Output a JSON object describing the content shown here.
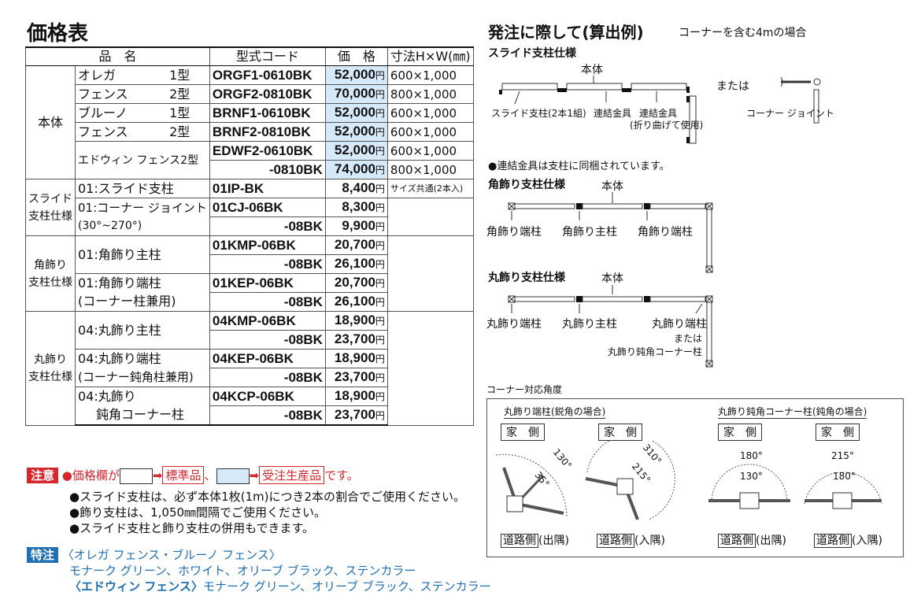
{
  "title": "価格表",
  "headers": [
    "品　名",
    "型式コード",
    "価　格",
    "寸法H×W(㎜)"
  ],
  "yen": "円",
  "body_label": "本体",
  "rows": {
    "r1": {
      "name": "オレガ",
      "type": "1型",
      "code": "ORGF1-0610BK",
      "price": "52,000",
      "size": "600×1,000"
    },
    "r2": {
      "name": "フェンス",
      "type": "2型",
      "code": "ORGF2-0810BK",
      "price": "70,000",
      "size": "800×1,000"
    },
    "r3": {
      "name": "ブルーノ",
      "type": "1型",
      "code": "BRNF1-0610BK",
      "price": "52,000",
      "size": "600×1,000"
    },
    "r4": {
      "name": "フェンス",
      "type": "2型",
      "code": "BRNF2-0810BK",
      "price": "52,000",
      "size": "600×1,000"
    },
    "r5": {
      "name": "エドウィン フェンス2型",
      "code": "EDWF2-0610BK",
      "price": "52,000",
      "size": "600×1,000"
    },
    "r6": {
      "code": "-0810BK",
      "price": "74,000",
      "size": "800×1,000"
    },
    "r7": {
      "cat1": "スライド",
      "cat2": "支柱仕様",
      "name": "01:スライド支柱",
      "code": "01IP-BK",
      "price": "8,400",
      "size": "サイズ共通(2本入)"
    },
    "r8": {
      "name": "01:コーナー ジョイント",
      "code": "01CJ-06BK",
      "price": "8,300"
    },
    "r9": {
      "name": "(30°~270°)",
      "code": "-08BK",
      "price": "9,900"
    },
    "r10": {
      "cat1": "角飾り",
      "cat2": "支柱仕様",
      "name": "01:角飾り主柱",
      "code": "01KMP-06BK",
      "price": "20,700"
    },
    "r11": {
      "code": "-08BK",
      "price": "26,100"
    },
    "r12": {
      "name": "01:角飾り端柱",
      "code": "01KEP-06BK",
      "price": "20,700"
    },
    "r13": {
      "name": "(コーナー柱兼用)",
      "code": "-08BK",
      "price": "26,100"
    },
    "r14": {
      "cat1": "丸飾り",
      "cat2": "支柱仕様",
      "name": "04:丸飾り主柱",
      "code": "04KMP-06BK",
      "price": "18,900"
    },
    "r15": {
      "code": "-08BK",
      "price": "23,700"
    },
    "r16": {
      "name": "04:丸飾り端柱",
      "code": "04KEP-06BK",
      "price": "18,900"
    },
    "r17": {
      "name": "(コーナー鈍角柱兼用)",
      "code": "-08BK",
      "price": "23,700"
    },
    "r18": {
      "name": "04:丸飾り",
      "code": "04KCP-06BK",
      "price": "18,900"
    },
    "r19": {
      "name": "鈍角コーナー柱",
      "code": "-08BK",
      "price": "23,700"
    }
  },
  "notes": {
    "tag": "注意",
    "price_col_a": "●価格欄が",
    "standard": "標準品",
    "sep": "、",
    "made_to_order": "受注生産品",
    "desu": "です。",
    "arrow": "➡",
    "n1": "●スライド支柱は、必ず本体1枚(1m)につき2本の割合でご使用ください。",
    "n2": "●飾り支柱は、1,050㎜間隔でご使用ください。",
    "n3": "●スライド支柱と飾り支柱の併用もできます。"
  },
  "special": {
    "tag": "特注",
    "l1": "〈オレガ フェンス・ブルーノ フェンス〉",
    "l2": "モナーク グリーン、ホワイト、オリーブ ブラック、ステンカラー",
    "l3a": "〈エドウィン フェンス〉",
    "l3b": "モナーク グリーン、オリーブ ブラック、ステンカラー"
  },
  "right": {
    "title": "発注に際して(算出例)",
    "subtitle": "コーナーを含む4mの場合",
    "slide_title": "スライド支柱仕様",
    "honntai": "本体",
    "mataha": "または",
    "slide_post": "スライド支柱(2本1組)",
    "conn": "連結金具",
    "conn2": "連結金具",
    "conn2b": "(折り曲げて使用)",
    "corner_joint": "コーナー ジョイント",
    "note": "●連結金具は支柱に同梱されています。",
    "kaku_title": "角飾り支柱仕様",
    "kaku_end": "角飾り端柱",
    "kaku_main": "角飾り主柱",
    "kaku_end2": "角飾り端柱",
    "maru_title": "丸飾り支柱仕様",
    "maru_end": "丸飾り端柱",
    "maru_main": "丸飾り主柱",
    "maru_end2": "丸飾り端柱",
    "maru_mataha": "または",
    "maru_obtuse": "丸飾り鈍角コーナー柱",
    "angle_title": "コーナー対応角度",
    "box1": "丸飾り端柱(鋭角の場合)",
    "box2": "丸飾り鈍角コーナー柱(鈍角の場合)",
    "ie": "家　側",
    "road": "道路側",
    "deguma": "(出隅)",
    "iriguma": "(入隅)",
    "a130": "130°",
    "a35": "35°",
    "a310": "310°",
    "a215": "215°",
    "a180": "180°",
    "a130b": "130°",
    "a215b": "215°",
    "a180b": "180°"
  }
}
